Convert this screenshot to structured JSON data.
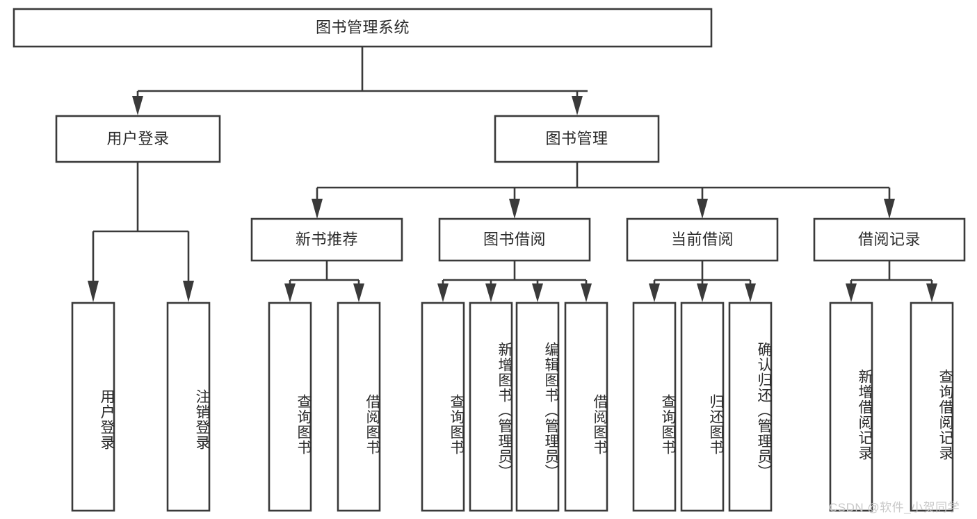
{
  "diagram": {
    "type": "tree-hierarchy",
    "title": "图书管理系统",
    "watermark": "CSDN @软件_小贺同学",
    "colors": {
      "stroke": "#3a3a3a",
      "box_fill": "#ffffff",
      "text": "#2b2b2b",
      "background": "#ffffff",
      "watermark": "#c9c9c9"
    },
    "levels": {
      "root": {
        "label": "图书管理系统"
      },
      "level2": [
        {
          "label": "用户登录"
        },
        {
          "label": "图书管理"
        }
      ],
      "level3": [
        {
          "label": "新书推荐"
        },
        {
          "label": "图书借阅"
        },
        {
          "label": "当前借阅"
        },
        {
          "label": "借阅记录"
        }
      ],
      "leaves": {
        "user_login": [
          {
            "label": "用户登录"
          },
          {
            "label": "注销登录"
          }
        ],
        "new_book_recommend": [
          {
            "label": "查询图书"
          },
          {
            "label": "借阅图书"
          }
        ],
        "book_borrow": [
          {
            "label": "查询图书"
          },
          {
            "label": "新增图书（管理员）"
          },
          {
            "label": "编辑图书（管理员）"
          },
          {
            "label": "借阅图书"
          }
        ],
        "current_borrow": [
          {
            "label": "查询图书"
          },
          {
            "label": "归还图书"
          },
          {
            "label": "确认归还（管理员）"
          }
        ],
        "borrow_record": [
          {
            "label": "新增借阅记录"
          },
          {
            "label": "查询借阅记录"
          }
        ]
      }
    }
  }
}
